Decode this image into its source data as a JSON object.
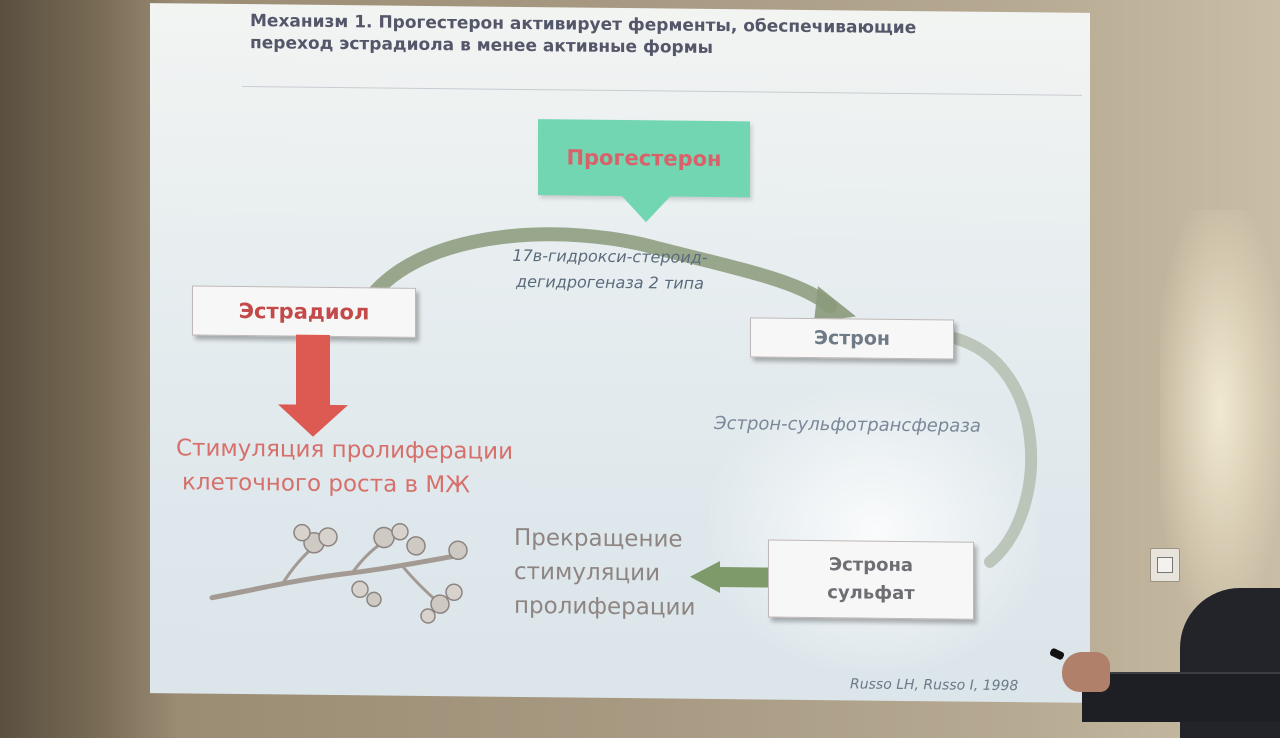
{
  "slide": {
    "title_line1": "Механизм 1. Прогестерон  активирует ферменты, обеспечивающие",
    "title_line2": "переход эстрадиола в менее активные формы",
    "progesterone": "Прогестерон",
    "enzyme1_line1": "17в-гидрокси-стероид-",
    "enzyme1_line2": "дегидрогеназа 2 типа",
    "estradiol": "Эстрадиол",
    "estrone": "Эстрон",
    "enzyme2": "Эстрон-сульфотрансфераза",
    "sulfate_line1": "Эстрона",
    "sulfate_line2": "сульфат",
    "stimulation_line1": "Стимуляция пролиферации",
    "stimulation_line2": "клеточного роста в МЖ",
    "termination_line1": "Прекращение",
    "termination_line2": "стимуляции",
    "termination_line3": "пролиферации",
    "citation": "Russo LH, Russo I, 1998"
  },
  "colors": {
    "progesterone_fill": "#72d6b2",
    "progesterone_text": "#d9626a",
    "stimulation_arrow": "#dd5a52",
    "termination_arrow": "#7e9a6a",
    "stimulation_text": "#d7706a"
  },
  "icons": {
    "illustration": "mammary-ducts-sketch"
  }
}
